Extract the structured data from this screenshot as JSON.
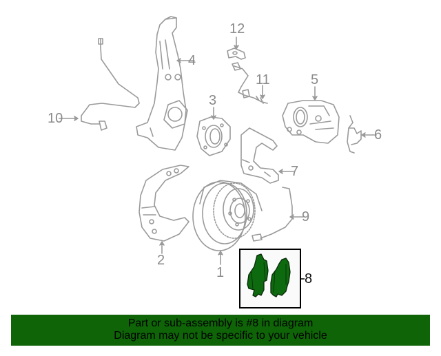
{
  "diagram": {
    "callouts": [
      {
        "id": "1",
        "label": "1",
        "part": "brake-rotor"
      },
      {
        "id": "2",
        "label": "2",
        "part": "splash-shield"
      },
      {
        "id": "3",
        "label": "3",
        "part": "wheel-hub"
      },
      {
        "id": "4",
        "label": "4",
        "part": "steering-knuckle"
      },
      {
        "id": "5",
        "label": "5",
        "part": "brake-caliper"
      },
      {
        "id": "6",
        "label": "6",
        "part": "caliper-spring-clip"
      },
      {
        "id": "7",
        "label": "7",
        "part": "caliper-bracket"
      },
      {
        "id": "8",
        "label": "8",
        "part": "brake-pads",
        "highlighted": true
      },
      {
        "id": "9",
        "label": "9",
        "part": "pad-wear-sensor"
      },
      {
        "id": "10",
        "label": "10",
        "part": "abs-sensor"
      },
      {
        "id": "11",
        "label": "11",
        "part": "bleeder-screw"
      },
      {
        "id": "12",
        "label": "12",
        "part": "hose-bracket"
      }
    ],
    "colors": {
      "line_art": "#9a9a9a",
      "highlight_fill": "#0e6a0e",
      "banner_bg": "#0e6407",
      "banner_text": "#000000"
    }
  },
  "banner": {
    "line1": "Part or sub-assembly is #8 in diagram",
    "line2": "Diagram may not be specific to your vehicle"
  }
}
